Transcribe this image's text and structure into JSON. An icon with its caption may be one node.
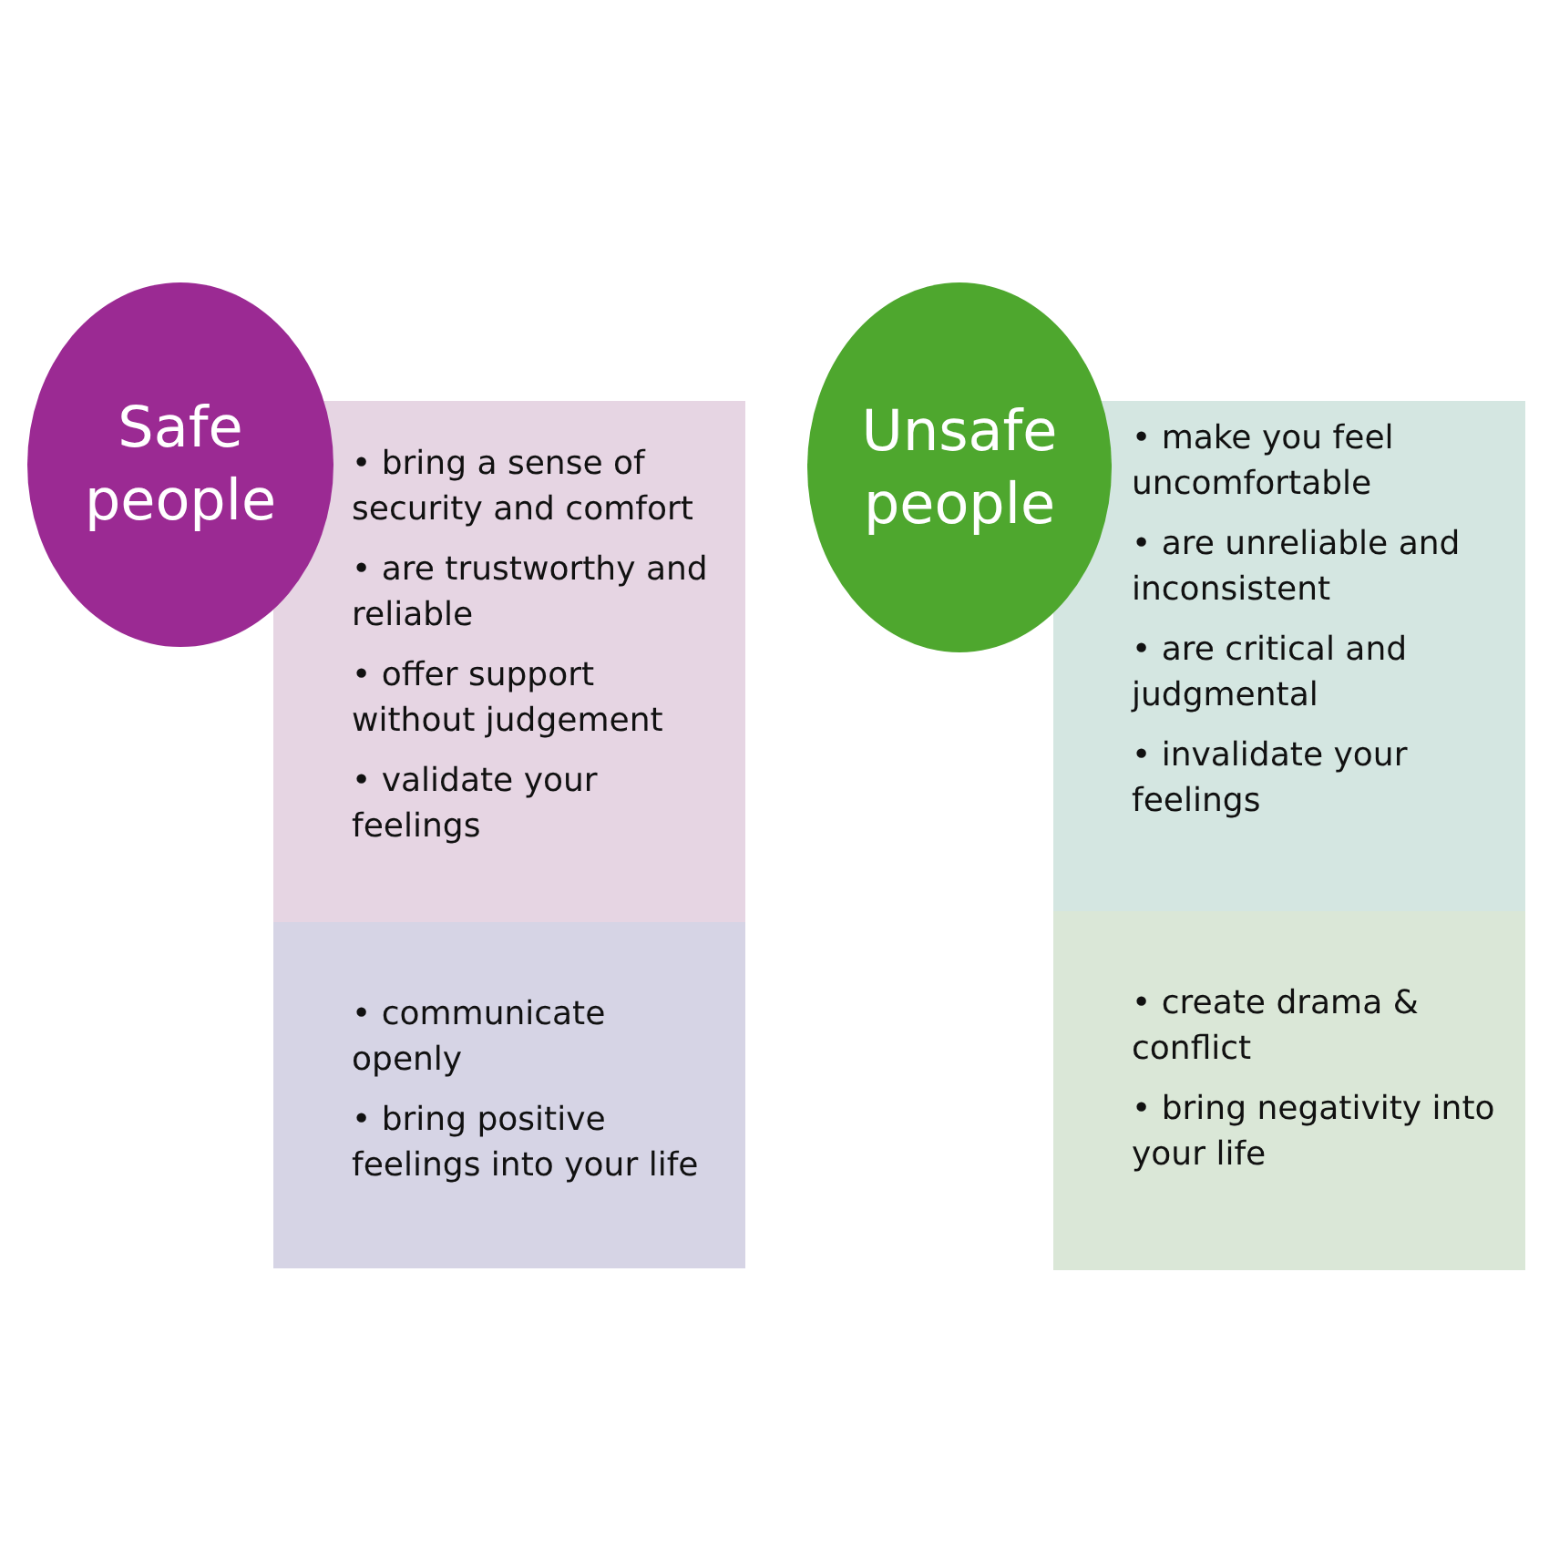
{
  "diagram": {
    "nodes": [
      {
        "text": [
          "Safe people"
        ]
      },
      {
        "text": [
          "• bring a sense of security and comfort",
          "• are trustworthy and reliable",
          "• offer support without judgement",
          "• validate your feelings"
        ]
      },
      {
        "text": [
          "• communicate openly",
          "• bring positive feelings into your life"
        ]
      },
      {
        "text": [
          "Unsafe people"
        ]
      },
      {
        "text": [
          "• make you feel uncomfortable",
          "• are unreliable and inconsistent",
          "• are critical and judgmental",
          "• invalidate your feelings"
        ]
      },
      {
        "text": [
          "• create drama & conflict",
          "• bring negativity into your life"
        ]
      }
    ],
    "edges": []
  }
}
